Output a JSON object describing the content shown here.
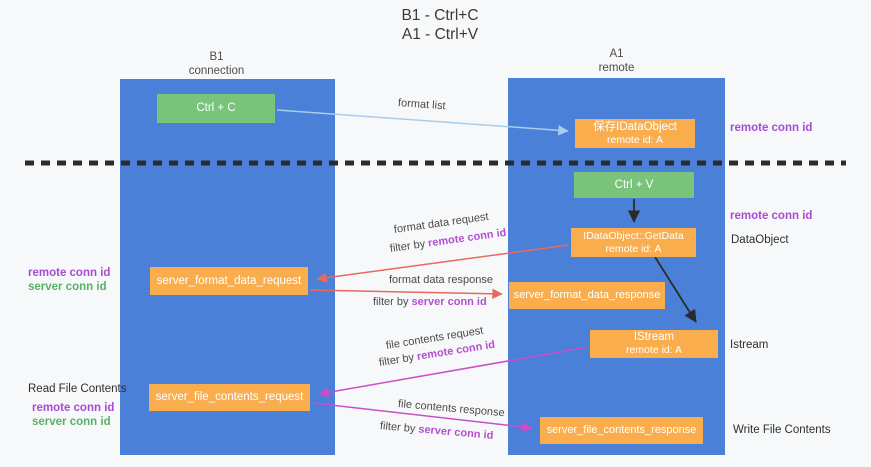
{
  "title": {
    "line1": "B1 - Ctrl+C",
    "line2": "A1 - Ctrl+V"
  },
  "lanes": {
    "left": {
      "name": "B1",
      "subtitle": "connection"
    },
    "right": {
      "name": "A1",
      "subtitle": "remote"
    }
  },
  "nodes": {
    "ctrl_c": {
      "label": "Ctrl + C"
    },
    "ctrl_v": {
      "label": "Ctrl + V"
    },
    "save_dataobject": {
      "line1": "保存IDataObject",
      "line2": "remote id: A"
    },
    "getdata": {
      "line1": "IDataObject::GetData",
      "line2": "remote id: A"
    },
    "istream": {
      "line1": "IStream",
      "line2": "remote id: A"
    },
    "format_request": {
      "label": "server_format_data_request"
    },
    "format_response": {
      "label": "server_format_data_response"
    },
    "file_request": {
      "label": "server_file_contents_request"
    },
    "file_response": {
      "label": "server_file_contents_response"
    }
  },
  "edges": {
    "format_list": {
      "label": "format list"
    },
    "format_request": {
      "label": "format data request",
      "filter_prefix": "filter by ",
      "filter_value": "remote conn id"
    },
    "format_response": {
      "label": "format data response",
      "filter_prefix": "filter by ",
      "filter_value": "server conn id"
    },
    "file_request": {
      "label": "file contents request",
      "filter_prefix": "filter by ",
      "filter_value": "remote conn id"
    },
    "file_response": {
      "label": "file contents response",
      "filter_prefix": "filter by ",
      "filter_value": "server conn id"
    }
  },
  "annotations": {
    "right_top_conn": "remote conn id",
    "right_mid_conn": "remote conn id",
    "dataobject": "DataObject",
    "istream": "Istream",
    "write_file": "Write File Contents",
    "read_file": "Read File Contents",
    "left_format_remote": "remote conn id",
    "left_format_server": "server conn id",
    "left_file_remote": "remote conn id",
    "left_file_server": "server conn id"
  },
  "colors": {
    "lane_blue": "#4a80d8",
    "node_green": "#79c47a",
    "node_orange": "#f9ad4d",
    "arrow_red": "#e86960",
    "arrow_magenta": "#cb4ec8",
    "arrow_lightblue": "#a9cdee",
    "arrow_black": "#2b2b2b",
    "text_purple": "#a74bd1",
    "text_green": "#56b365",
    "filter_highlight": "#b44fd0"
  }
}
